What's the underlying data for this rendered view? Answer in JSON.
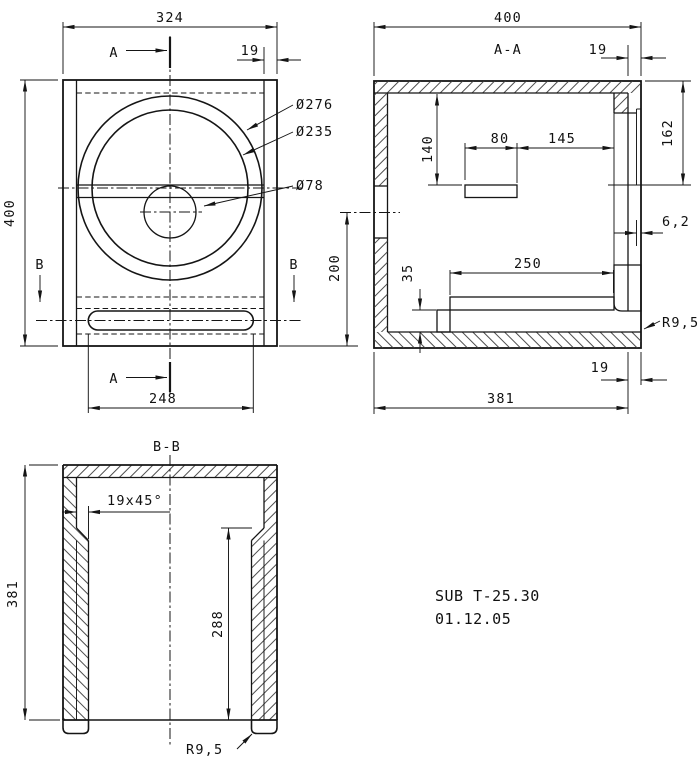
{
  "title_block": {
    "model": "SUB T-25.30",
    "date": "01.12.05"
  },
  "section_labels": {
    "aa": "A-A",
    "bb": "B-B",
    "a": "A",
    "b": "B"
  },
  "front": {
    "width": "324",
    "height": "400",
    "wall_thickness": "19",
    "diam_recess": "Ø276",
    "diam_cutout": "Ø235",
    "diam_hole": "Ø78",
    "hole_center_to_bottom": "200",
    "port_slot_width": "248"
  },
  "section_aa": {
    "depth": "400",
    "wall_thickness_top": "19",
    "brace_depth": "140",
    "brace_width": "80",
    "brace_to_front": "145",
    "recess_height": "162",
    "recess_depth": "6,2",
    "shelf_length": "250",
    "port_height": "35",
    "corner_radius": "R9,5",
    "front_wall_thickness": "19",
    "inner_depth": "381"
  },
  "section_bb": {
    "height": "381",
    "chamfer": "19x45°",
    "shelf_span": "288",
    "corner_radius": "R9,5"
  }
}
